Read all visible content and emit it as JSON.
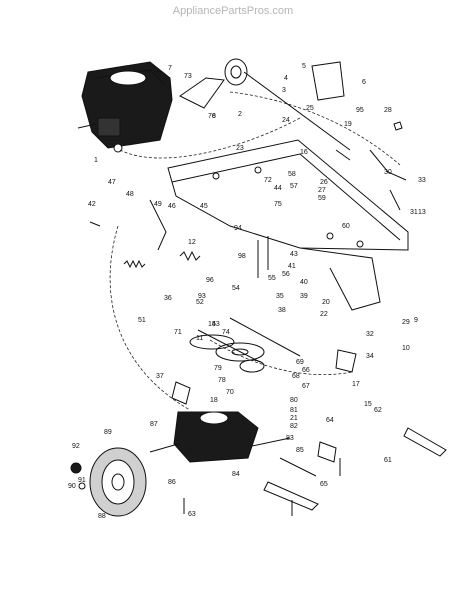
{
  "watermark": "AppliancePartsPros.com",
  "callouts": [
    "1",
    "2",
    "3",
    "4",
    "5",
    "6",
    "7",
    "8",
    "9",
    "10",
    "11",
    "12",
    "13",
    "14",
    "15",
    "16",
    "17",
    "18",
    "19",
    "20",
    "21",
    "22",
    "23",
    "24",
    "25",
    "26",
    "27",
    "28",
    "29",
    "30",
    "31",
    "32",
    "33",
    "34",
    "35",
    "36",
    "37",
    "38",
    "39",
    "40",
    "41",
    "42",
    "43",
    "44",
    "45",
    "46",
    "47",
    "48",
    "49",
    "51",
    "52",
    "53",
    "54",
    "55",
    "56",
    "57",
    "58",
    "59",
    "60",
    "61",
    "62",
    "63",
    "64",
    "65",
    "66",
    "67",
    "68",
    "69",
    "70",
    "71",
    "72",
    "73",
    "74",
    "75",
    "76",
    "77",
    "78",
    "79",
    "80",
    "81",
    "82",
    "83",
    "84",
    "85",
    "86",
    "87",
    "88",
    "89",
    "90",
    "91",
    "92",
    "93",
    "94",
    "95",
    "96",
    "98"
  ]
}
